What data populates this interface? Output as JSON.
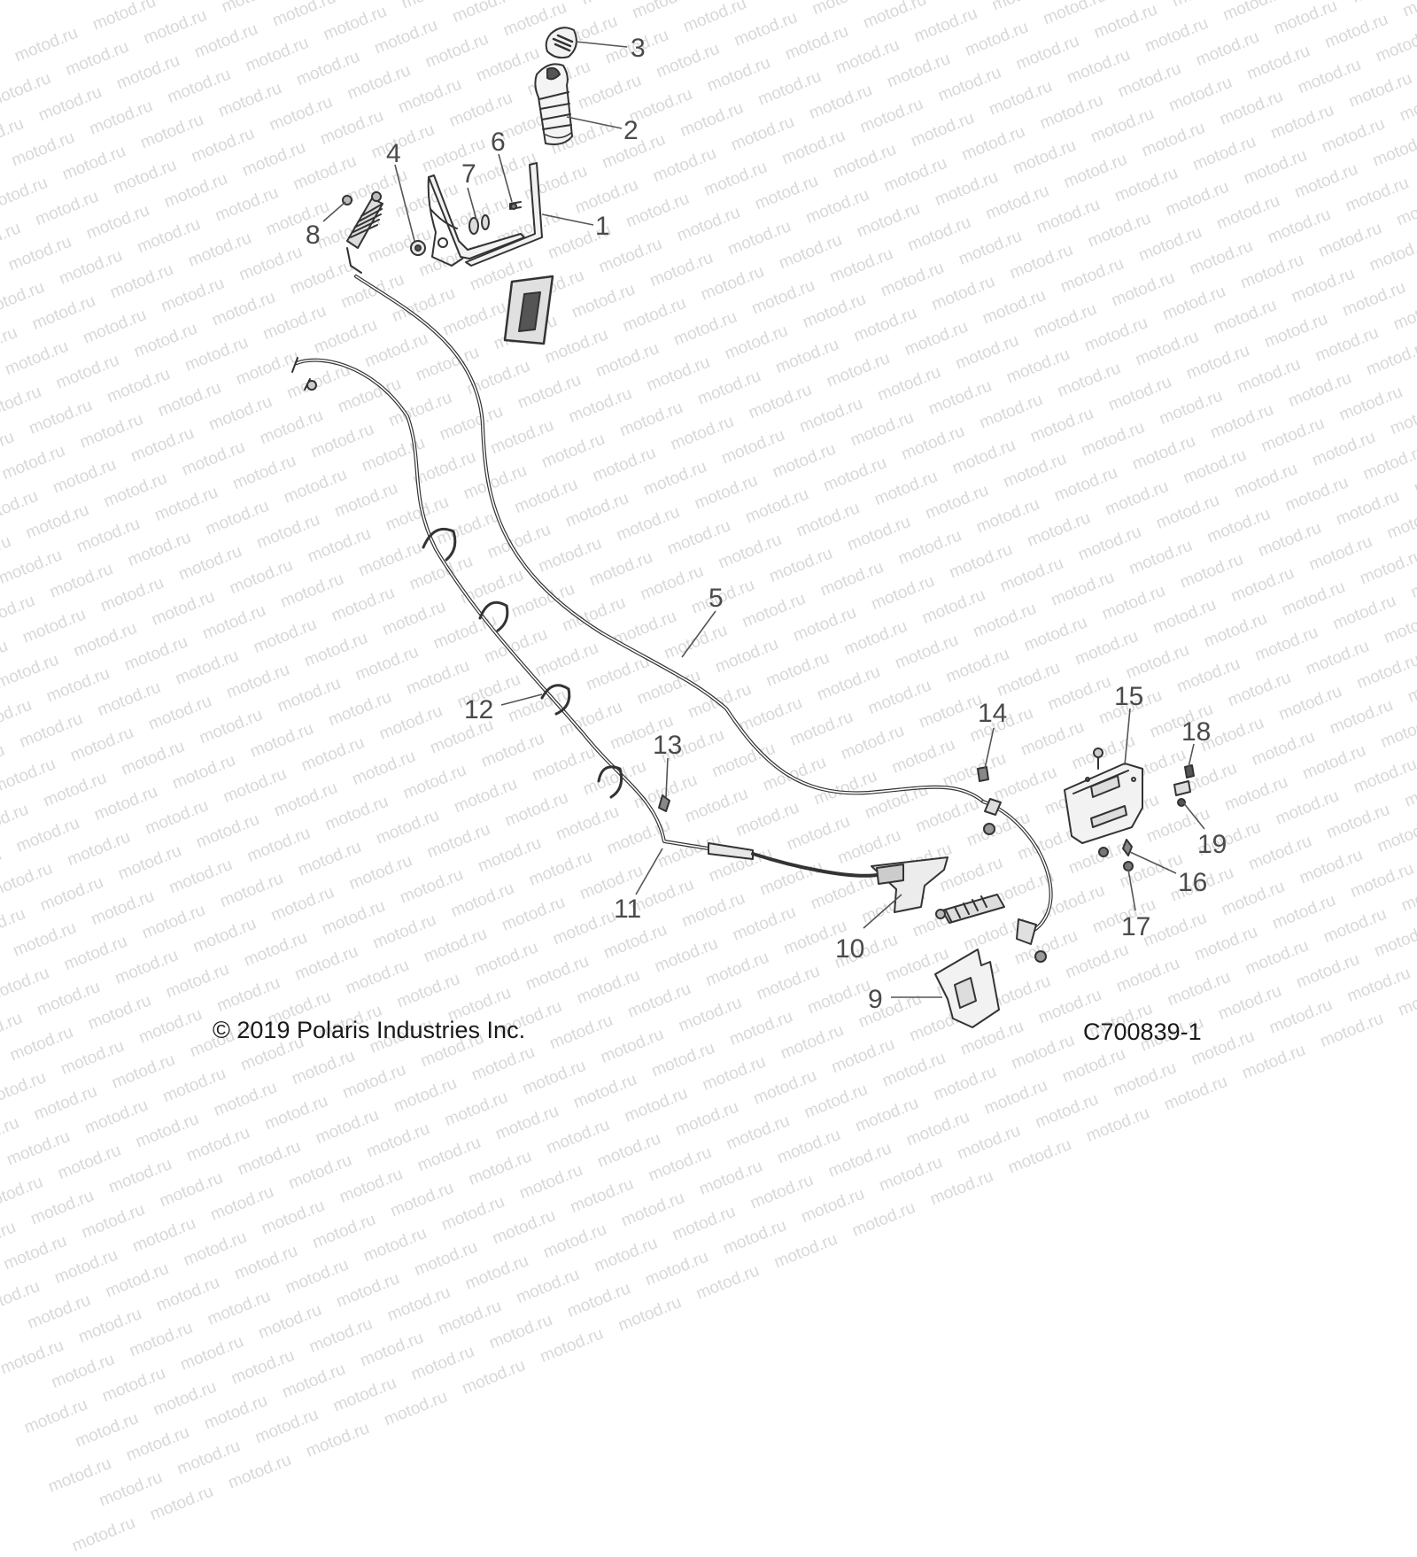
{
  "watermark": {
    "text": "motod.ru"
  },
  "callouts": [
    {
      "id": "1",
      "label": "1"
    },
    {
      "id": "2",
      "label": "2"
    },
    {
      "id": "3",
      "label": "3"
    },
    {
      "id": "4",
      "label": "4"
    },
    {
      "id": "5",
      "label": "5"
    },
    {
      "id": "6",
      "label": "6"
    },
    {
      "id": "7",
      "label": "7"
    },
    {
      "id": "8",
      "label": "8"
    },
    {
      "id": "9",
      "label": "9"
    },
    {
      "id": "10",
      "label": "10"
    },
    {
      "id": "11",
      "label": "11"
    },
    {
      "id": "12",
      "label": "12"
    },
    {
      "id": "13",
      "label": "13"
    },
    {
      "id": "14",
      "label": "14"
    },
    {
      "id": "15",
      "label": "15"
    },
    {
      "id": "16",
      "label": "16"
    },
    {
      "id": "17",
      "label": "17"
    },
    {
      "id": "18",
      "label": "18"
    },
    {
      "id": "19",
      "label": "19"
    }
  ],
  "footer": {
    "copyright": "© 2019 Polaris Industries Inc.",
    "drawing_number": "C700839-1"
  }
}
